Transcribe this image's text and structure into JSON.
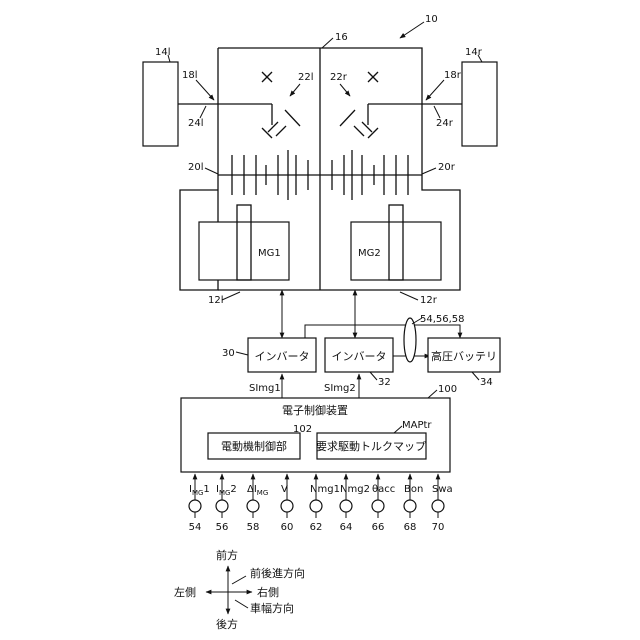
{
  "ref": {
    "system": "10",
    "case": "16",
    "wheel_left": "14l",
    "wheel_right": "14r",
    "axle_left": "18l",
    "axle_right": "18r",
    "shaft_left": "24l",
    "shaft_right": "24r",
    "diff_left": "22l",
    "diff_right": "22r",
    "gear_left": "20l",
    "gear_right": "20r",
    "unit_left": "12l",
    "unit_right": "12r",
    "inverter_left": "30",
    "inverter_right": "32",
    "battery": "34",
    "sensors_group": "54,56,58",
    "ecu": "100",
    "motor_ctrl": "102",
    "map": "MAPtr"
  },
  "labels": {
    "mg1": "MG1",
    "mg2": "MG2",
    "inverter": "インバータ",
    "battery": "高圧バッテリ",
    "ecu": "電子制御装置",
    "motor_ctrl": "電動機制御部",
    "torque_map": "要求駆動トルクマップ",
    "simg1": "SImg1",
    "simg2": "SImg2"
  },
  "sensors": [
    {
      "label": "I",
      "sub": "MG",
      "suffix": "1",
      "num": "54"
    },
    {
      "label": "I",
      "sub": "MG",
      "suffix": "2",
      "num": "56"
    },
    {
      "label": "ΔI",
      "sub": "MG",
      "suffix": "",
      "num": "58"
    },
    {
      "label": "V",
      "sub": "",
      "suffix": "",
      "num": "60"
    },
    {
      "label": "Nmg1",
      "sub": "",
      "suffix": "",
      "num": "62"
    },
    {
      "label": "Nmg2",
      "sub": "",
      "suffix": "",
      "num": "64"
    },
    {
      "label": "θacc",
      "sub": "",
      "suffix": "",
      "num": "66"
    },
    {
      "label": "Bon",
      "sub": "",
      "suffix": "",
      "num": "68"
    },
    {
      "label": "Swa",
      "sub": "",
      "suffix": "",
      "num": "70"
    }
  ],
  "compass": {
    "front": "前方",
    "rear": "後方",
    "left": "左側",
    "right": "右側",
    "fore_aft": "前後進方向",
    "width": "車幅方向"
  }
}
